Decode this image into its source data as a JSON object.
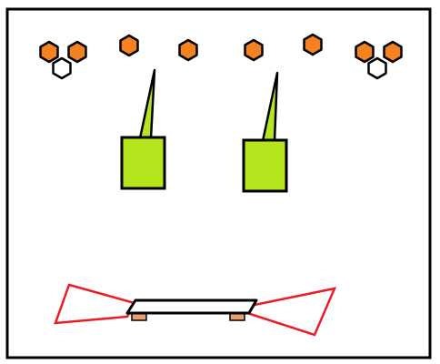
{
  "colors": {
    "background": "#ffffff",
    "frame": "#000000",
    "hexagon_fill": "#f58220",
    "hexagon_empty": "#ffffff",
    "hexagon_stroke": "#000000",
    "block_fill": "#b5e61d",
    "paddle_fill": "#ffffff",
    "foot_fill": "#e8a070",
    "fan_stroke": "#ed1c24"
  },
  "icons": {
    "hexagon": "hexagon-icon",
    "cannon": "cannon-block-icon",
    "paddle": "paddle-platform-icon",
    "deflector": "deflector-fan-icon"
  },
  "scene": {
    "hexagon_clusters": 2,
    "single_hexagons": 4,
    "cannons": 2,
    "paddles": 1
  }
}
